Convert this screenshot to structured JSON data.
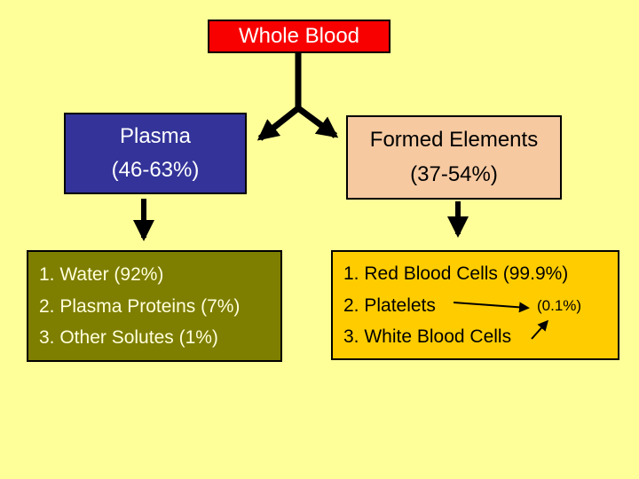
{
  "colors": {
    "slide_background": "#FFFF99",
    "whole_blood_box": "#F80000",
    "plasma_box": "#333399",
    "formed_elements_box": "#F6C9A1",
    "plasma_components_box": "#7E7E00",
    "formed_components_box": "#FFCC00",
    "connector": "#000000",
    "plasma_list_text": "#FFFFDE"
  },
  "diagram": {
    "root": {
      "label": "Whole Blood"
    },
    "plasma": {
      "title": "Plasma",
      "percent_range": "(46-63%)",
      "components": [
        "1. Water (92%)",
        "2. Plasma Proteins (7%)",
        "3. Other Solutes (1%)"
      ]
    },
    "formed_elements": {
      "title": "Formed Elements",
      "percent_range": "(37-54%)",
      "components": [
        "1. Red Blood Cells (99.9%)",
        "2. Platelets",
        "3. White Blood Cells"
      ],
      "platelets_wbc_percent": "(0.1%)"
    }
  }
}
